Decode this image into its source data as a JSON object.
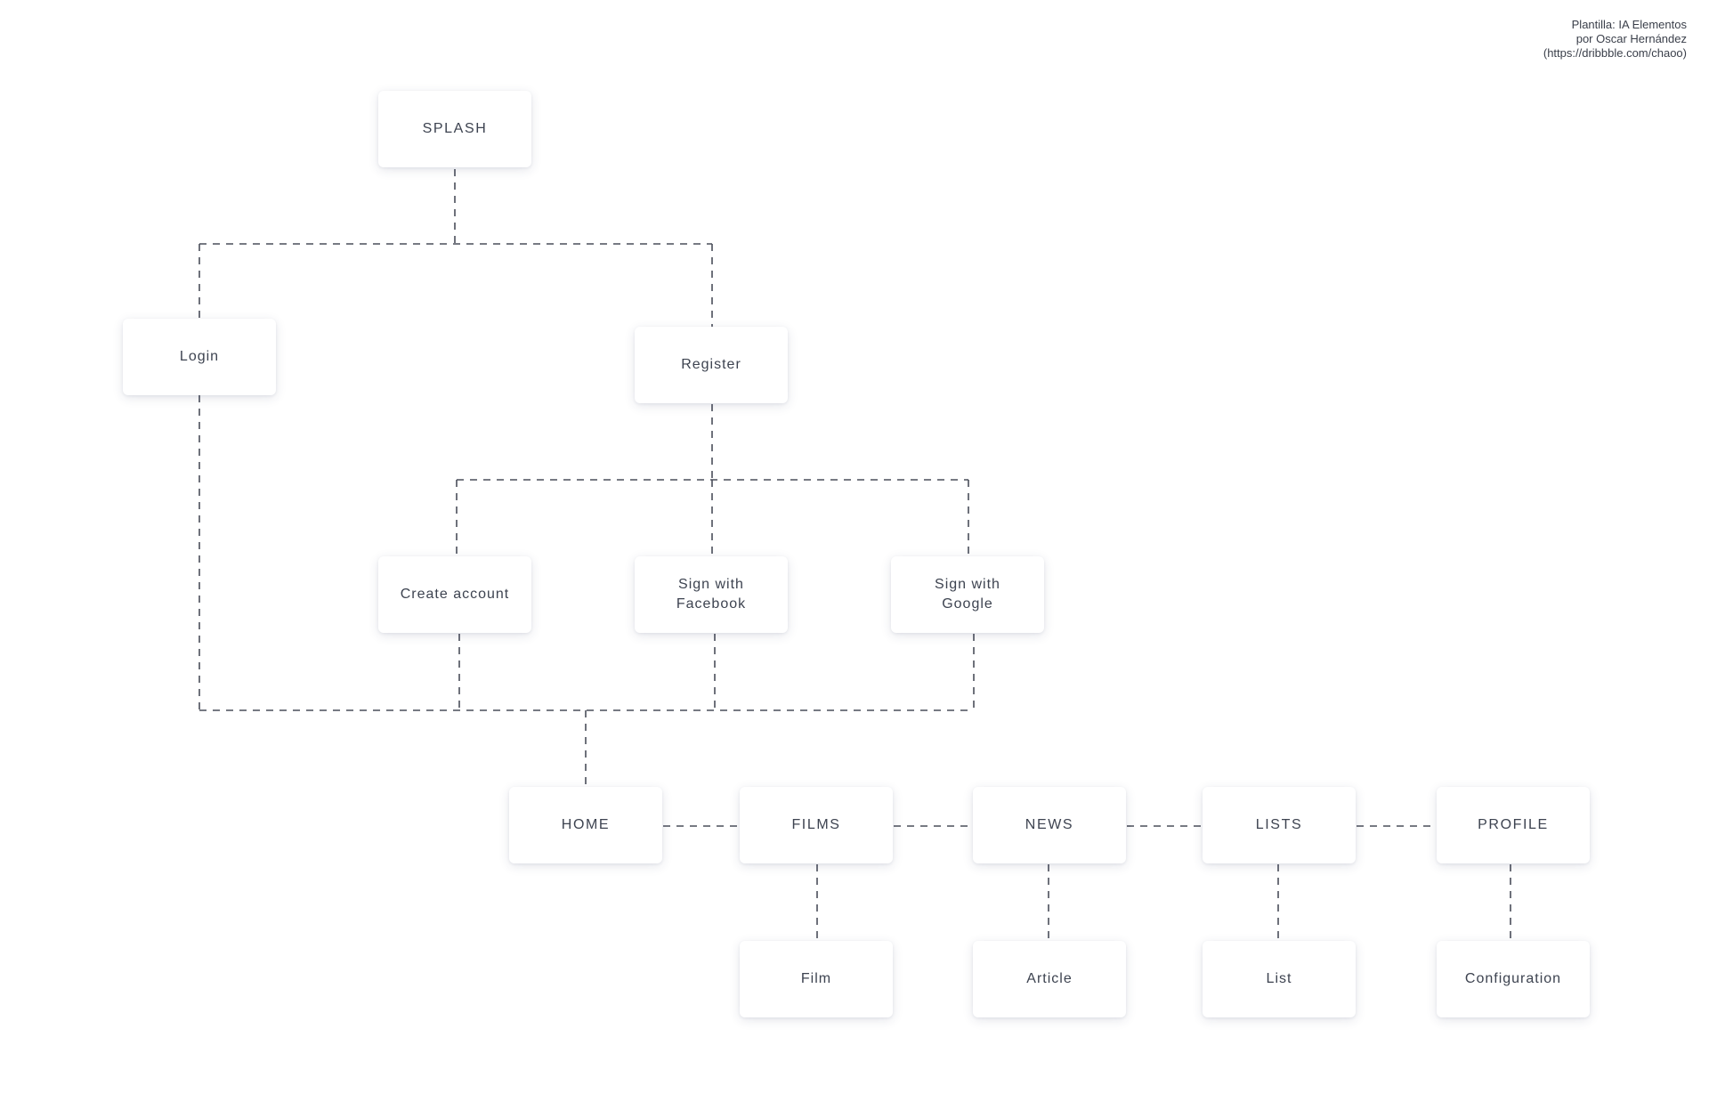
{
  "credit": {
    "line1": "Plantilla: IA Elementos",
    "line2": "por Oscar Hernández",
    "line3": "(https://dribbble.com/chaoo)"
  },
  "nodes": {
    "splash": "SPLASH",
    "login": "Login",
    "register": "Register",
    "create_account": "Create account",
    "sign_facebook": "Sign with Facebook",
    "sign_google": "Sign with Google",
    "home": "HOME",
    "films": "FILMS",
    "news": "NEWS",
    "lists": "LISTS",
    "profile": "PROFILE",
    "film": "Film",
    "article": "Article",
    "list": "List",
    "configuration": "Configuration"
  },
  "colors": {
    "line": "#4a4e5a",
    "text": "#3d4350",
    "background": "#ffffff"
  }
}
